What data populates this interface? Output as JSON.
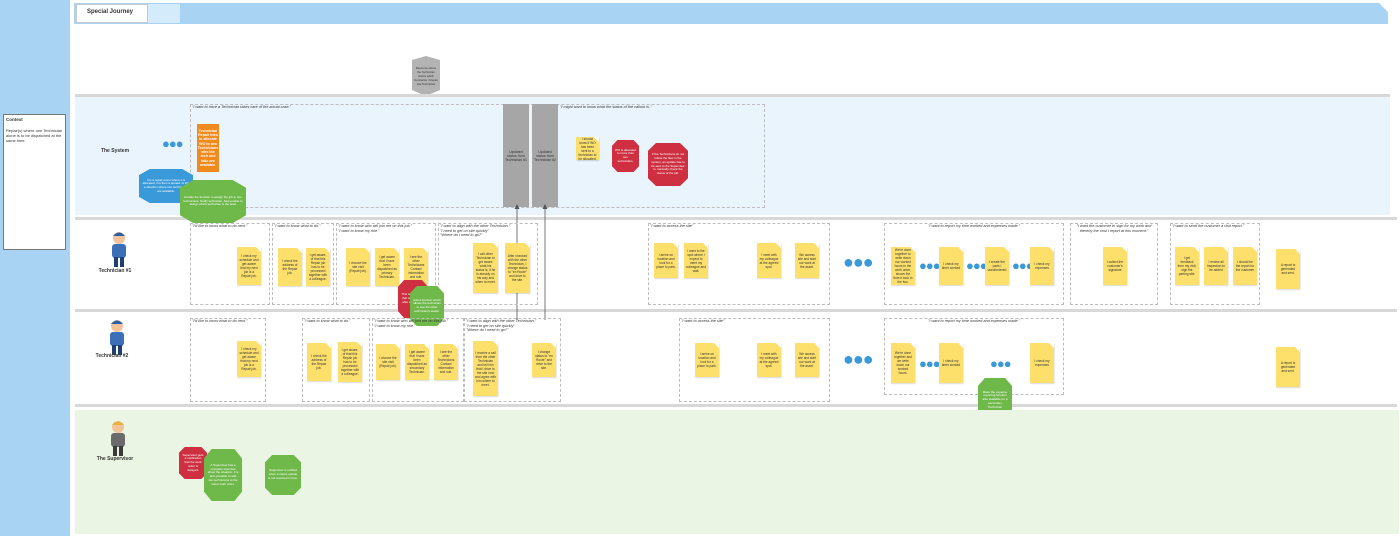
{
  "header": {
    "title": "Special Journey"
  },
  "context": {
    "title": "Context",
    "text": "Repair(s) where one Technician alone is to be dispatched at the same time."
  },
  "top_note": "Resource where the Technician shows which Contractor / Repair site Technician",
  "lanes": {
    "system": {
      "label": "The System",
      "quote1": "\"I want to have a Technician takes care of the actual case.\"",
      "quote2": "\"I might want to know what the status of the callout is.\"",
      "orange_note": "Technician Repair tries to allocate WO to two Technicians who the tech and take are available.",
      "blue_hex": "It is a repair event where it is allocated, it is then a quoted. Is this a situation where two technicians are available.",
      "green_hex": "Enable the function to assign the job to two technicians. Notify technician. Also enable to assign which technician is the lead.",
      "gray1": "Updated status from Technician #1",
      "gray2": "Updated status from Technician #2",
      "sticky1": "I should know if WO has been sent to a technician to be allocated.",
      "red1": "WO is allocated to more than two technicians.",
      "red2": "If the Technicians do not follow the flow in the system, an update has to be sent to the Supervisor to manually check the status of the job."
    },
    "tech1": {
      "label": "Technician #1",
      "q1": "\"I'd like to know what to do next.\"",
      "q2": "\"I want to know what to do.\"",
      "q3": "\"I want to know who will join me on this job.\"\n\"I want to know my role.\"",
      "q4": "\"I want to align with the other Technician.\"\n\"I need to get on site quickly\"\n\"Where do I need to go?\"",
      "q5": "\"I want to access the site\"",
      "q6": "\"I want to report my time worked and expenses made.\"",
      "q7": "\"I want the customer to sign for my work and thereby the cost I report at this moment.\"",
      "q8": "\"I want to send the customer a visit report.\"",
      "s1": "I check my schedule and get aware that my next job is a Repair job.",
      "s2": "I check the address of the Repair job.",
      "s3": "I get aware, of that this Repair job has to be processed together with a colleague.",
      "s4": "I choose the site visit (Repair job).",
      "s5": "I get aware that I have been dispatched as primary Technician.",
      "s6": "I see the other Technicians Contact information and role.",
      "s7": "I call other Technician to get aware what his status is, if he is already on his way and when to meet.",
      "s8": "After checked with the other Technician, I change status to \"en Route\" and drive to the site.",
      "s9": "I arrive on location and look for a place to park.",
      "s10": "I want to the spot where I expect to meet my colleague and wait.",
      "s11": "I meet with my colleague at the agreed spot.",
      "s12": "We access site and start our work at the asset.",
      "s13": "We're done together to write down our worked hours in the work order, shows the time it took to the two.",
      "s14": "I check my timer worked",
      "s15": "I create the parts I used/ordered",
      "s16": "I check my expenses",
      "s17": "I collect the customer's signature",
      "s18": "I get feedback from my visit, sign the parting site.",
      "s19": "I review all inspection to be added",
      "s20": "I should be the report for the customer",
      "s21": "A report is generated and sent.",
      "red_hex": "This is a situation that we were not able to observe.",
      "green_hex": "Add a function which allows the technician to see the other technician's status.",
      "green_hex2": "Make the expense reporting function also available for a secondary Technician"
    },
    "tech2": {
      "label": "Technician #2",
      "q1": "\"I'd like to know what to do next.\"",
      "q2": "\"I want to know what to do.\"",
      "q3": "\"I want to know who will join me on this job.\"\n\"I want to know my role.\"",
      "q4": "\"I want to align with the other Technician.\"\n\"I need to get on site quickly\"\n\"Where do I need to go?\"",
      "q5": "\"I want to access the site\"",
      "q6": "\"I want to report my time worked and expenses made.\"",
      "s1": "I check my schedule and get aware that my next job is a Repair job.",
      "s2": "I check the address of the Repair job.",
      "s3": "I get aware, of that this Repair job has to be processed together with a colleague.",
      "s4": "I choose the site visit (Repair job).",
      "s5": "I get aware that I have been dispatched as secondary Technician.",
      "s6": "I see the other Technicians Contact information and role.",
      "s7": "I receive a call from the other Technician and tell him that I drive to the site now and agree with him where to meet.",
      "s8": "I change status to \"en Route\" and drive to the site.",
      "s9": "I arrive on location and look for a place to park.",
      "s10": "I meet with my colleague at the agreed spot.",
      "s11": "We access site and start our work at the asset.",
      "s12": "We're done together and we write down our worked hours.",
      "s13": "I check my timer worked",
      "s14": "I check my expenses",
      "s15": "A report is generated and sent."
    },
    "supervisor": {
      "label": "The Supervisor",
      "red_hex": "Supervisor gets a notification that the work order is delayed.",
      "green1": "A Supervisor has a complete overview about the situation. It is also possible to add two technicians to the same work order.",
      "green2": "Supervisor is notified when a status update is not received in time."
    }
  },
  "colors": {
    "lane_blue": "#a9d3f3",
    "sticky": "#fddf6c",
    "red": "#cf3041",
    "green": "#6fb84a",
    "orange": "#f08a1c"
  }
}
